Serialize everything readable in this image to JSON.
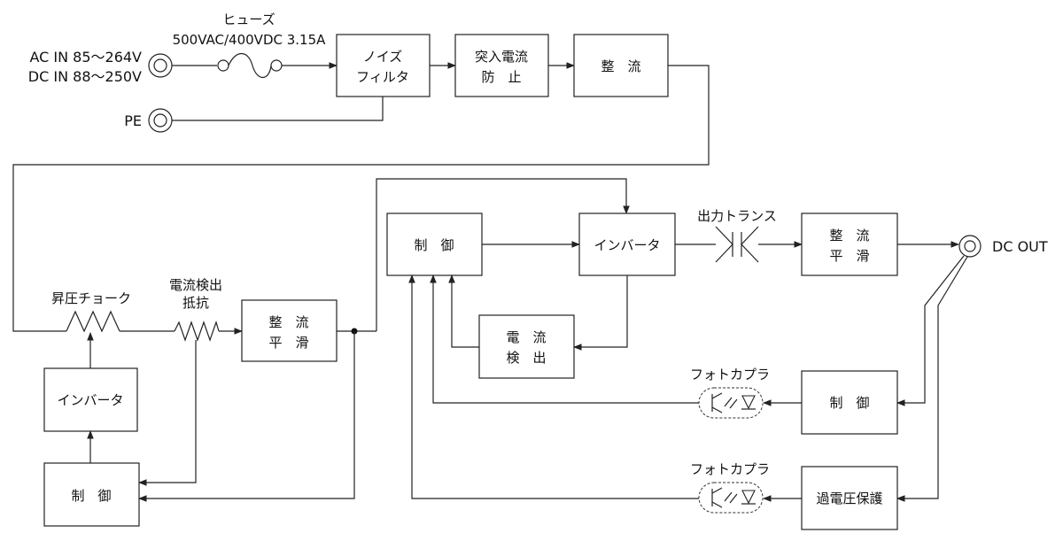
{
  "input": {
    "ac_label": "AC IN 85～264V",
    "dc_label": "DC IN 88～250V",
    "pe_label": "PE"
  },
  "fuse": {
    "name": "ヒューズ",
    "rating": "500VAC/400VDC 3.15A"
  },
  "blocks": {
    "noise_filter": [
      "ノイズ",
      "フィルタ"
    ],
    "inrush": [
      "突入電流",
      "防　止"
    ],
    "rectifier": "整　流",
    "pfc_choke": "昇圧チョーク",
    "current_sense_resistor": [
      "電流検出",
      "抵抗"
    ],
    "pfc_smoothing": [
      "整　流",
      "平　滑"
    ],
    "pfc_inverter": "インバータ",
    "pfc_control": "制　御",
    "main_control": "制　御",
    "main_inverter": "インバータ",
    "output_transformer": "出力トランス",
    "output_smoothing": [
      "整　流",
      "平　滑"
    ],
    "current_detect": [
      "電　流",
      "検　出"
    ],
    "fb_control": "制　御",
    "ovp": "過電圧保護",
    "photocoupler_1": "フォトカプラ",
    "photocoupler_2": "フォトカプラ"
  },
  "output": {
    "label": "DC OUT"
  }
}
